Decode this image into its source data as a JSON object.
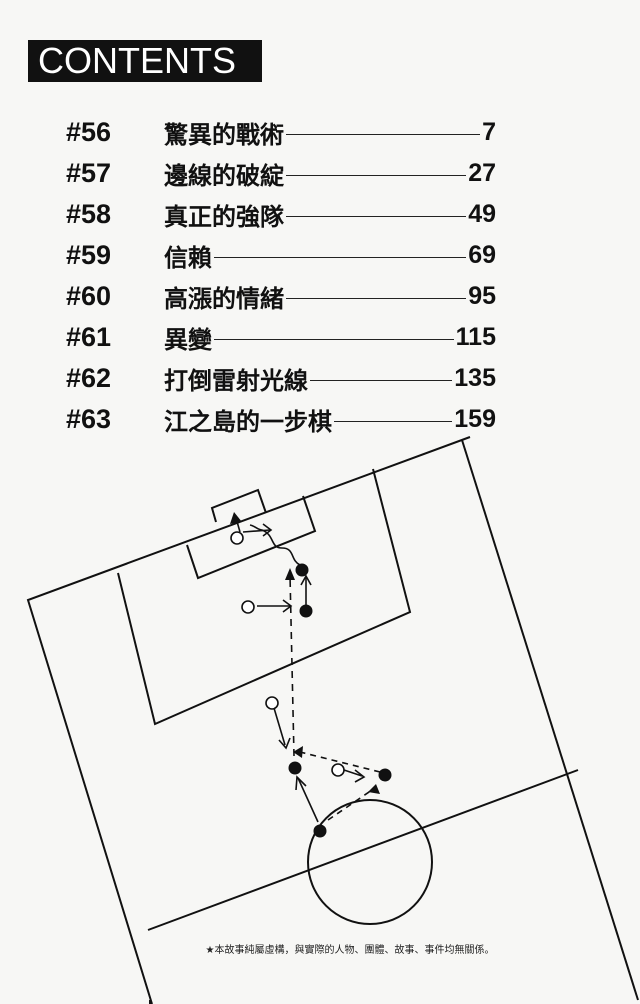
{
  "header": {
    "title": "CONTENTS"
  },
  "toc": [
    {
      "number": "#56",
      "title": "驚異的戰術",
      "page": "7"
    },
    {
      "number": "#57",
      "title": "邊線的破綻",
      "page": "27"
    },
    {
      "number": "#58",
      "title": "真正的強隊",
      "page": "49"
    },
    {
      "number": "#59",
      "title": "信賴",
      "page": "69"
    },
    {
      "number": "#60",
      "title": "高漲的情緒",
      "page": "95"
    },
    {
      "number": "#61",
      "title": "異變",
      "page": "115"
    },
    {
      "number": "#62",
      "title": "打倒雷射光線",
      "page": "135"
    },
    {
      "number": "#63",
      "title": "江之島的一步棋",
      "page": "159"
    }
  ],
  "disclaimer": "★本故事純屬虛構，與實際的人物、團體、故事、事件均無關係。"
}
